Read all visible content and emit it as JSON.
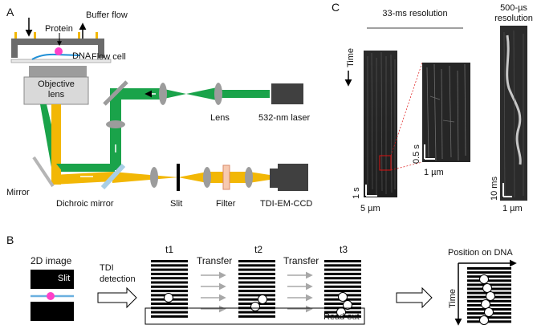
{
  "panel_a": {
    "letter": "A",
    "buffer_flow": "Buffer flow",
    "protein": "Protein",
    "dna": "DNA",
    "flow_cell": "Flow cell",
    "objective_1": "Objective",
    "objective_2": "lens",
    "lens": "Lens",
    "laser": "532-nm laser",
    "mirror": "Mirror",
    "dichroic": "Dichroic mirror",
    "slit": "Slit",
    "filter": "Filter",
    "camera": "TDI-EM-CCD"
  },
  "panel_b": {
    "letter": "B",
    "image_2d": "2D image",
    "slit": "Slit",
    "tdi_1": "TDI",
    "tdi_2": "detection",
    "t1": "t1",
    "t2": "t2",
    "t3": "t3",
    "transfer_1": "Transfer",
    "transfer_2": "Transfer",
    "read_out": "Read out",
    "position_on_dna": "Position on DNA",
    "time": "Time"
  },
  "panel_c": {
    "letter": "C",
    "res_33": "33-ms resolution",
    "res_500_1": "500-µs",
    "res_500_2": "resolution",
    "time": "Time",
    "scale_1s": "1 s",
    "scale_5um": "5 µm",
    "scale_05s": "0.5 s",
    "scale_1um_a": "1 µm",
    "scale_10ms": "10 ms",
    "scale_1um_b": "1 µm"
  },
  "colors": {
    "green_beam": "#1aa34a",
    "orange_beam": "#f2b705",
    "protein": "#ff3fc8",
    "dna": "#1f8fd6",
    "optics_gray": "#9c9c9c",
    "frame": "#000000"
  }
}
